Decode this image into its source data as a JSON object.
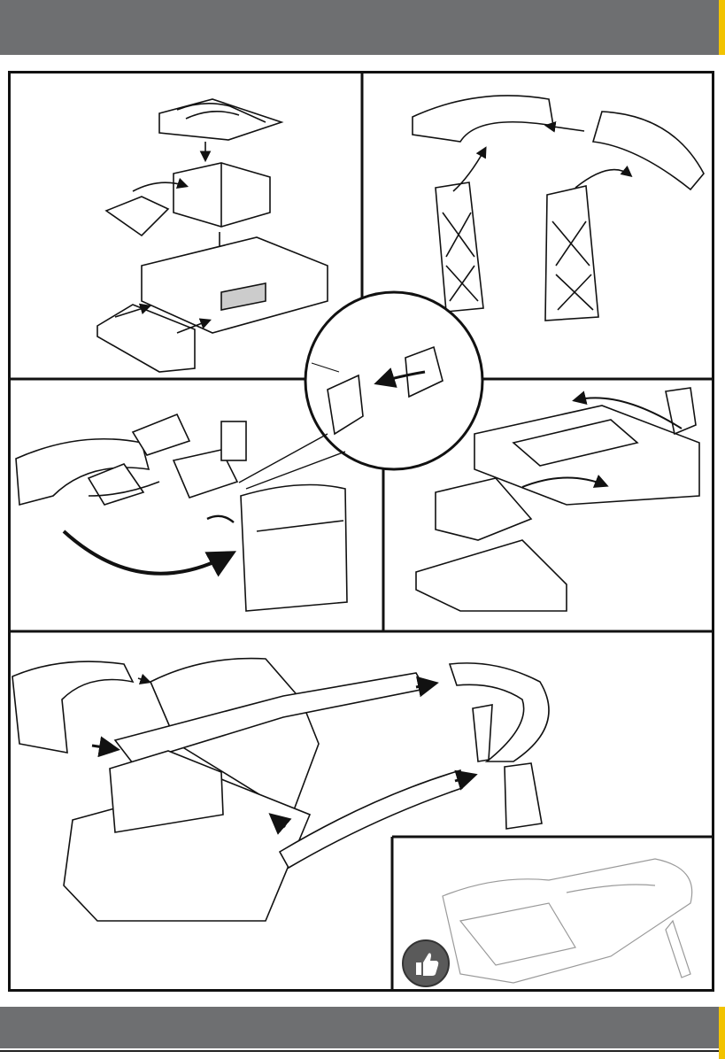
{
  "page": {
    "header_color": "#6e6f71",
    "accent_color": "#f2c300",
    "line_color": "#111111"
  },
  "steps": [
    {
      "id": 1,
      "subject": "garage-box-assembly"
    },
    {
      "id": 2,
      "subject": "curved-ramp-on-towers"
    },
    {
      "id": 3,
      "subject": "pit-stop-fuel-curve"
    },
    {
      "id": 4,
      "subject": "tunnel-and-lift-base"
    },
    {
      "id": 5,
      "subject": "full-track-connection"
    }
  ],
  "icons": {
    "arrow": "arrow-icon",
    "thumbs_up": "thumbs-up-icon",
    "magnifier": "detail-zoom-icon"
  }
}
